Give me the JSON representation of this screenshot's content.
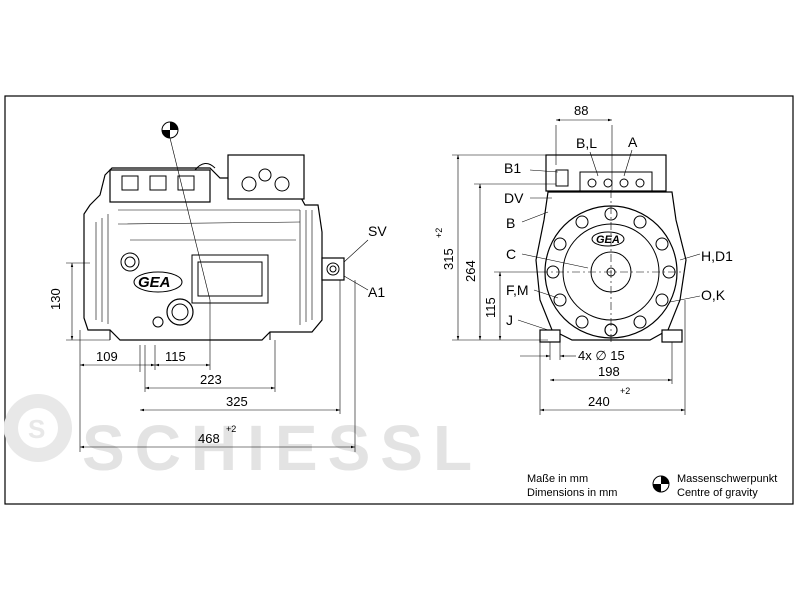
{
  "watermark": "SCHIESSL",
  "side_view": {
    "dimensions": {
      "d130": "130",
      "d109": "109",
      "d115": "115",
      "d223": "223",
      "d325": "325",
      "d468": "468",
      "d468_tol": "+2"
    },
    "labels": {
      "sv": "SV",
      "a1": "A1"
    },
    "logo": "GEA"
  },
  "front_view": {
    "dimensions": {
      "d88": "88",
      "d315": "315",
      "d315_tol": "+2",
      "d264": "264",
      "d115": "115",
      "d4x15": "4x ∅ 15",
      "d198": "198",
      "d240": "240",
      "d240_tol": "+2"
    },
    "labels": {
      "bl": "B,L",
      "a": "A",
      "b1": "B1",
      "dv": "DV",
      "b": "B",
      "c": "C",
      "fm": "F,M",
      "j": "J",
      "hd1": "H,D1",
      "ok": "O,K"
    },
    "logo": "GEA"
  },
  "legend": {
    "units_de": "Maße in mm",
    "units_en": "Dimensions in mm",
    "cog_de": "Massenschwerpunkt",
    "cog_en": "Centre of gravity"
  }
}
